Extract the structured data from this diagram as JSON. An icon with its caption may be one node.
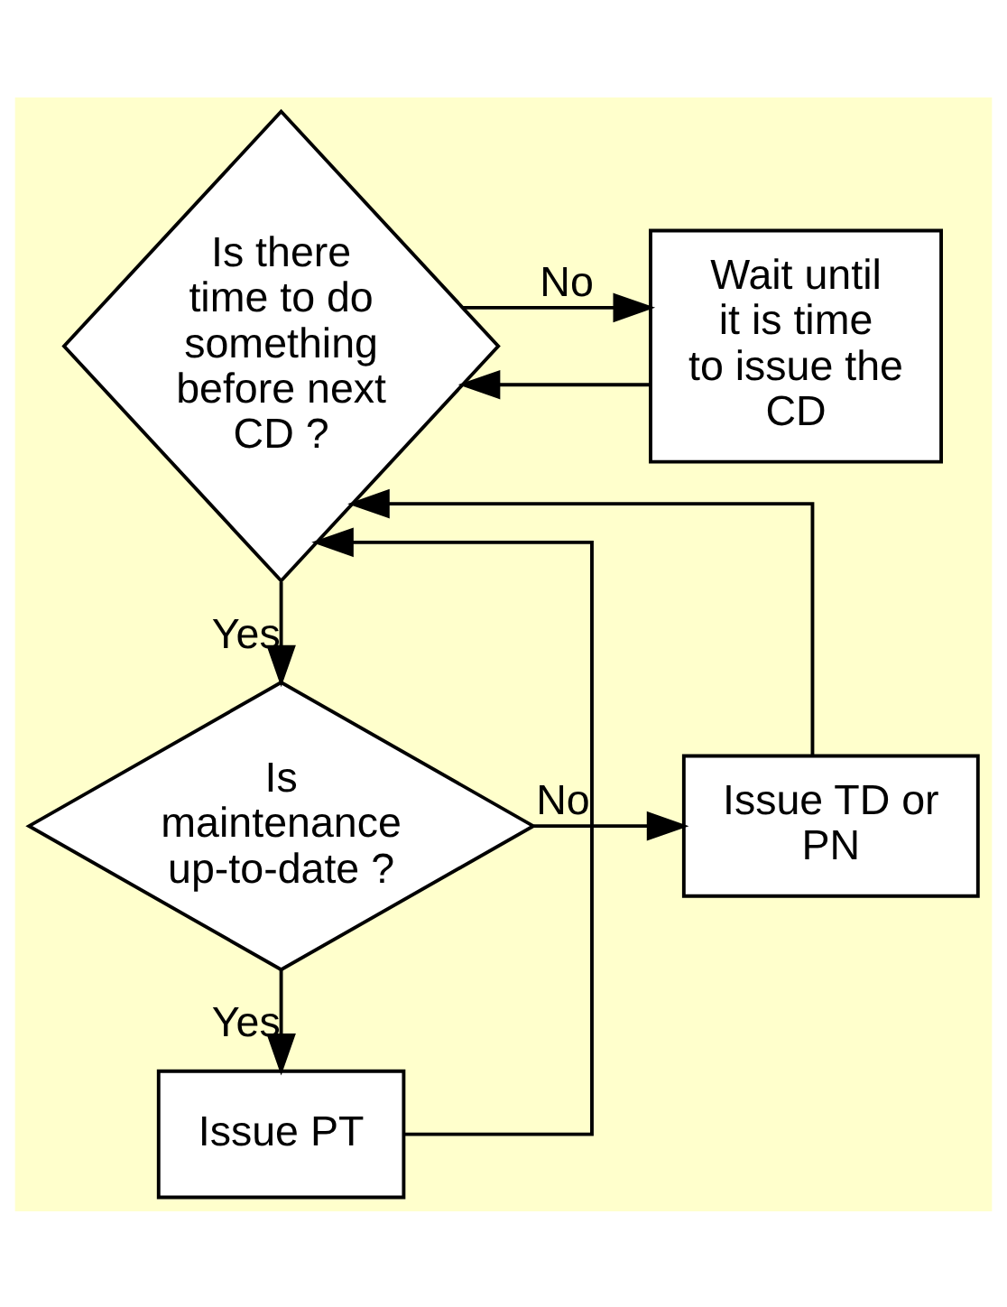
{
  "diagram": {
    "nodes": [
      {
        "text": [
          "Is there time to do something before next CD ?"
        ]
      },
      {
        "text": [
          "Wait until it is time to issue the CD"
        ]
      },
      {
        "text": [
          "Is maintenance up-to-date ?"
        ]
      },
      {
        "text": [
          "Issue TD or PN"
        ]
      },
      {
        "text": [
          "Issue PT"
        ]
      }
    ],
    "edges": [
      {
        "from": 0,
        "to": 1,
        "arrow": "to",
        "label": "No"
      },
      {
        "from": 0,
        "to": 2,
        "arrow": "to",
        "label": "Yes"
      },
      {
        "from": 2,
        "to": 3,
        "arrow": "to",
        "label": "No"
      },
      {
        "from": 2,
        "to": 4,
        "arrow": "to",
        "label": "Yes"
      },
      {
        "from": 1,
        "to": 0,
        "arrow": "to"
      },
      {
        "from": 3,
        "to": 0,
        "arrow": "to"
      },
      {
        "from": 4,
        "to": 0,
        "arrow": "to"
      }
    ]
  }
}
